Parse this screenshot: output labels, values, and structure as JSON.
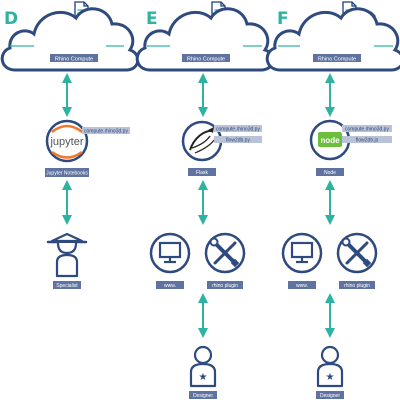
{
  "colors": {
    "letter": "#2db3a0",
    "navy": "#2f4a7f",
    "cloud_fill": "#ffffff",
    "label_box": "#5f73a0",
    "label_text": "#ffffff",
    "arrow": "#2db3a0",
    "grey_box": "#b9c2d6",
    "file_edge": "#1c3f7a",
    "file_line": "#2db3a0"
  },
  "panels": [
    {
      "letter": "D",
      "cloud_label": "Rhino Compute",
      "app_icon": "jupyter-logo-icon",
      "app_logo_text": "jupyter",
      "app_label": "Jupyter Notebooks",
      "files": [
        "compute.rhino3d.py"
      ],
      "clients": [
        {
          "icon": "user-hat-icon",
          "label": "Specialist"
        }
      ],
      "designer_label": ""
    },
    {
      "letter": "E",
      "cloud_label": "Rhino Compute",
      "app_icon": "flask-logo-icon",
      "app_label": "Flask",
      "files": [
        "compute.rhino3d.py",
        "flow2db.py"
      ],
      "clients": [
        {
          "icon": "monitor-icon",
          "label": "www."
        },
        {
          "icon": "tools-icon",
          "label": "rhino plugin"
        }
      ],
      "designer_label": "Designer"
    },
    {
      "letter": "F",
      "cloud_label": "Rhino Compute",
      "app_icon": "nodejs-logo-icon",
      "app_logo_text": "node",
      "app_label": "Node",
      "files": [
        "compute.rhino3d.py",
        "flow2db.js"
      ],
      "clients": [
        {
          "icon": "monitor-icon",
          "label": "www."
        },
        {
          "icon": "tools-icon",
          "label": "rhino plugin"
        }
      ],
      "designer_label": "Designer"
    }
  ]
}
